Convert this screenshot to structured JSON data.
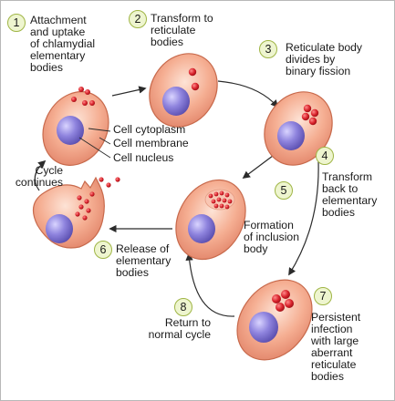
{
  "steps": [
    {
      "number": "1",
      "text": "Attachment\nand uptake\nof chlamydial\nelementary\nbodies"
    },
    {
      "number": "2",
      "text": "Transform to\nreticulate\nbodies"
    },
    {
      "number": "3",
      "text": "Reticulate body\ndivides by\nbinary fission"
    },
    {
      "number": "4",
      "text": "Transform\nback to\nelementary\nbodies"
    },
    {
      "number": "5",
      "text": "Formation\nof inclusion\nbody"
    },
    {
      "number": "6",
      "text": "Release of\nelementary\nbodies"
    },
    {
      "number": "7",
      "text": "Persistent\ninfection\nwith large\naberrant\nreticulate\nbodies"
    },
    {
      "number": "8",
      "text": "Return to\nnormal cycle"
    }
  ],
  "cell_parts": {
    "cytoplasm": "Cell cytoplasm",
    "membrane": "Cell membrane",
    "nucleus": "Cell nucleus"
  },
  "cycle_label": "Cycle\ncontinues",
  "colors": {
    "cell_fill": "#f2a383",
    "cell_outline": "#c86a4c",
    "nucleus": "#8a7fd9",
    "particle": "#d21e28",
    "arrow": "#2b2b2b",
    "badge_fill": "#eef5cf",
    "badge_border": "#9fb545"
  }
}
